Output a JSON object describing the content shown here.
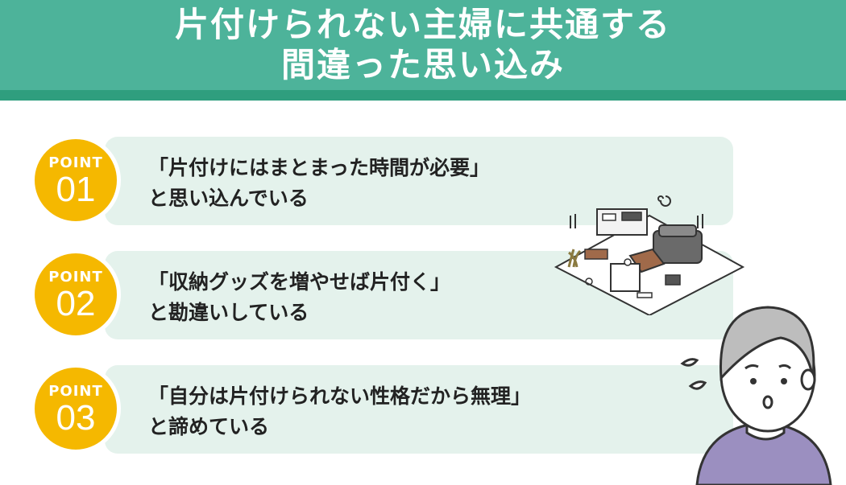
{
  "header": {
    "title_line1": "片付けられない主婦に共通する",
    "title_line2": "間違った思い込み"
  },
  "points": [
    {
      "label": "POINT",
      "number": "01",
      "line1": "「片付けにはまとまった時間が必要」",
      "line2": "と思い込んでいる"
    },
    {
      "label": "POINT",
      "number": "02",
      "line1": "「収納グッズを増やせば片付く」",
      "line2": "と勘違いしている"
    },
    {
      "label": "POINT",
      "number": "03",
      "line1": "「自分は片付けられない性格だから無理」",
      "line2": "と諦めている"
    }
  ],
  "colors": {
    "header": "#4db39a",
    "header_stripe": "#2f9e7e",
    "card": "#e4f2ec",
    "badge": "#f5b800",
    "shirt": "#9b8fc0"
  },
  "icons": [
    "messy-room-illustration",
    "worried-person-illustration",
    "sweat-drops-icon"
  ]
}
